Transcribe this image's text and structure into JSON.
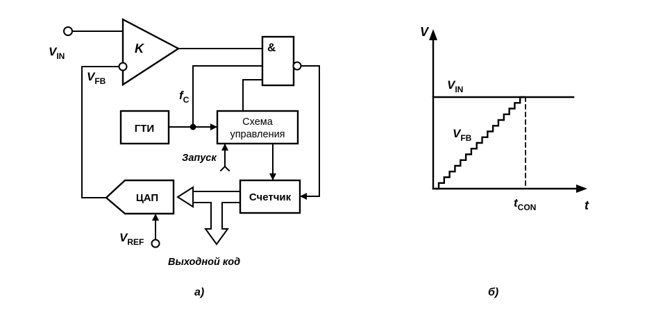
{
  "diagram_a": {
    "caption": "а)",
    "comparator": {
      "label": "K"
    },
    "and_gate": {
      "label": "&"
    },
    "generator": {
      "label": "ГТИ"
    },
    "control": {
      "line1": "Схема",
      "line2": "управления"
    },
    "counter": {
      "label": "Счетчик"
    },
    "dac": {
      "label": "ЦАП"
    },
    "signals": {
      "vin": {
        "main": "V",
        "sub": "IN"
      },
      "vfb": {
        "main": "V",
        "sub": "FB"
      },
      "fc": {
        "main": "f",
        "sub": "C"
      },
      "vref": {
        "main": "V",
        "sub": "REF"
      },
      "start": "Запуск",
      "output": "Выходной код"
    }
  },
  "diagram_b": {
    "caption": "б)",
    "axis_y": "V",
    "axis_x": "t",
    "vin": {
      "main": "V",
      "sub": "IN"
    },
    "vfb": {
      "main": "V",
      "sub": "FB"
    },
    "tcon": {
      "main": "t",
      "sub": "CON"
    },
    "staircase_steps": 16
  }
}
